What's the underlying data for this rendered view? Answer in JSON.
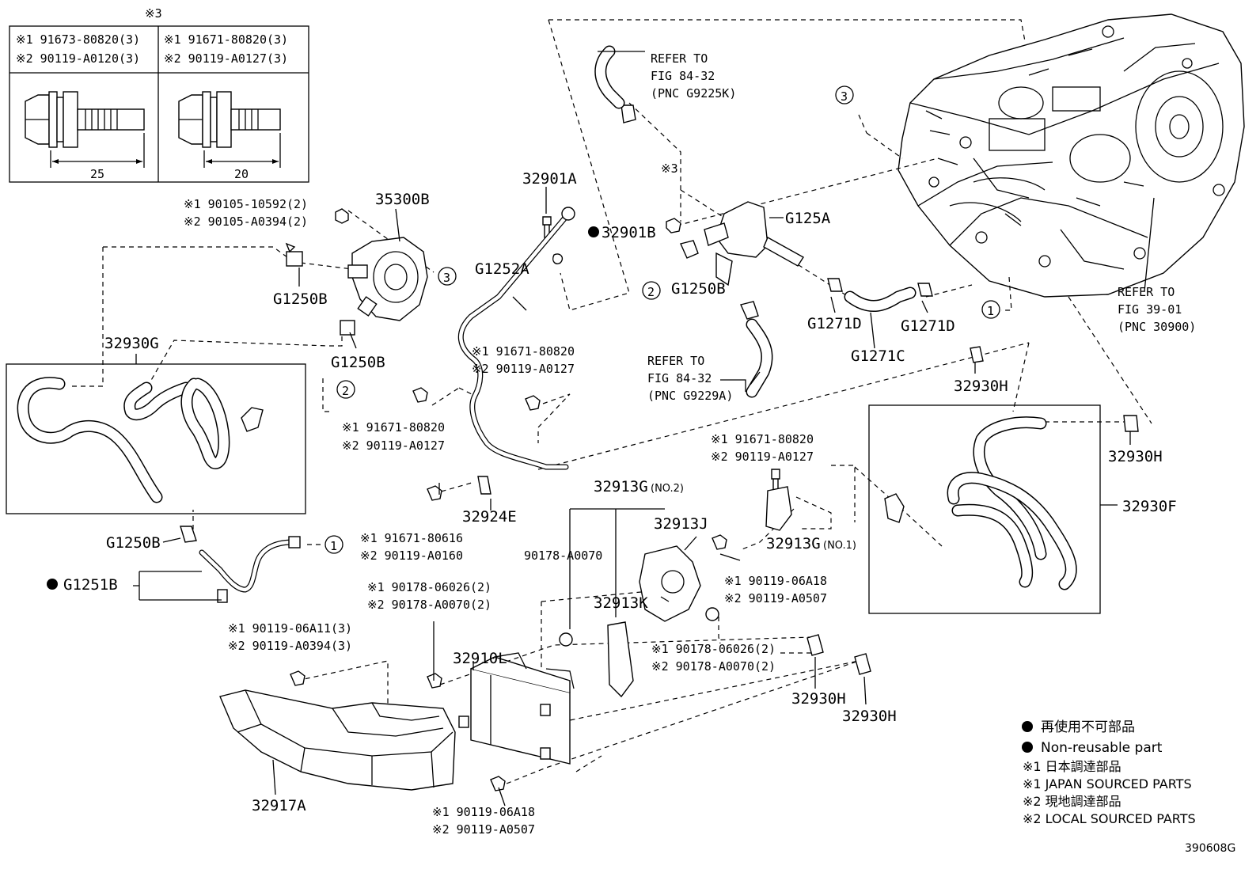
{
  "diagram": {
    "figure_code": "390608G",
    "bolt_table": {
      "header_mark": "※3",
      "col1": {
        "line1": "※1 91673-80820(3)",
        "line2": "※2 90119-A0120(3)",
        "dim": "25"
      },
      "col2": {
        "line1": "※1 91671-80820(3)",
        "line2": "※2 90119-A0127(3)",
        "dim": "20"
      }
    },
    "labels": {
      "p35300B": "35300B",
      "b1a": "※1 90105-10592(2)",
      "b1b": "※2 90105-A0394(2)",
      "g1250b_a": "G1250B",
      "g1250b_b": "G1250B",
      "g1250b_c": "G1250B",
      "g1250b_d": "G1250B",
      "p32930G": "32930G",
      "p32901A": "32901A",
      "p32901B": "32901B",
      "g1252a": "G1252A",
      "refer1_a": "REFER TO",
      "refer1_b": "FIG 84-32",
      "refer1_c": "(PNC G9225K)",
      "mark3": "※3",
      "g125a": "G125A",
      "g1271d_a": "G1271D",
      "g1271d_b": "G1271D",
      "g1271c": "G1271C",
      "refer2_a": "REFER TO",
      "refer2_b": "FIG 84-32",
      "refer2_c": "(PNC G9229A)",
      "refer3_a": "REFER TO",
      "refer3_b": "FIG 39-01",
      "refer3_c": "(PNC 30900)",
      "b2a": "※1 91671-80820",
      "b2b": "※2 90119-A0127",
      "b3a": "※1 91671-80820",
      "b3b": "※2 90119-A0127",
      "b4a": "※1 91671-80820",
      "b4b": "※2 90119-A0127",
      "p32930H_a": "32930H",
      "p32930H_b": "32930H",
      "p32930H_c": "32930H",
      "p32930H_d": "32930H",
      "p32924E": "32924E",
      "b5a": "※1 91671-80616",
      "b5b": "※2 90119-A0160",
      "p32913G2": "32913G",
      "p32913G2_sfx": "(NO.2)",
      "p32913J": "32913J",
      "p32913G1": "32913G",
      "p32913G1_sfx": "(NO.1)",
      "p32930F": "32930F",
      "p90178": "90178-A0070",
      "b6a": "※1 90119-06A18",
      "b6b": "※2 90119-A0507",
      "p32913K": "32913K",
      "b7a": "※1 90178-06026(2)",
      "b7b": "※2 90178-A0070(2)",
      "b8a": "※1 90178-06026(2)",
      "b8b": "※2 90178-A0070(2)",
      "b9a": "※1 90119-06A11(3)",
      "b9b": "※2 90119-A0394(3)",
      "p32910L": "32910L",
      "p32917A": "32917A",
      "b10a": "※1 90119-06A18",
      "b10b": "※2 90119-A0507",
      "g1251b": "G1251B",
      "c1": "1",
      "c2": "2",
      "c3": "3"
    },
    "legend": {
      "l1": "再使用不可部品",
      "l2": "Non-reusable part",
      "l3": "※1 日本調達部品",
      "l4": "※1 JAPAN SOURCED PARTS",
      "l5": "※2 現地調達部品",
      "l6": "※2 LOCAL SOURCED PARTS"
    }
  }
}
